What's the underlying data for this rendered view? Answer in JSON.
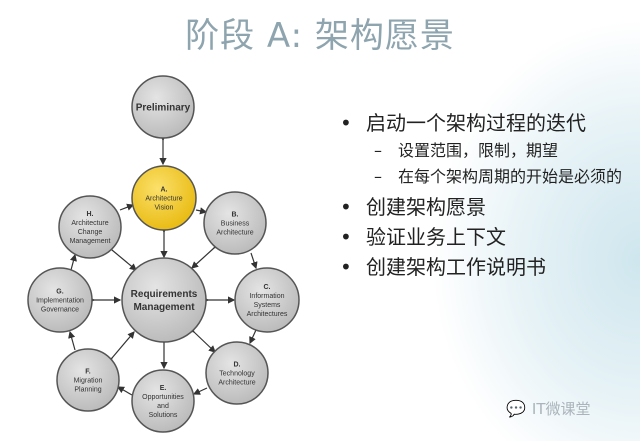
{
  "slide_title": "阶段 A: 架构愿景",
  "diagram": {
    "nodes": {
      "preliminary": [
        "Preliminary"
      ],
      "a": [
        "A.",
        "Architecture",
        "Vision"
      ],
      "b": [
        "B.",
        "Business",
        "Architecture"
      ],
      "c": [
        "C.",
        "Information",
        "Systems",
        "Architectures"
      ],
      "d": [
        "D.",
        "Technology",
        "Architecture"
      ],
      "e": [
        "E.",
        "Opportunities",
        "and",
        "Solutions"
      ],
      "f": [
        "F.",
        "Migration",
        "Planning"
      ],
      "g": [
        "G.",
        "Implementation",
        "Governance"
      ],
      "h": [
        "H.",
        "Architecture",
        "Change",
        "Management"
      ],
      "req": [
        "Requirements",
        "Management"
      ]
    },
    "highlight_color": "#f2c81e",
    "node_color": "#cfcfcf"
  },
  "bullets": [
    {
      "text": "启动一个架构过程的迭代",
      "sub": [
        "设置范围，限制，期望",
        "在每个架构周期的开始是必须的"
      ]
    },
    {
      "text": "创建架构愿景",
      "sub": []
    },
    {
      "text": "验证业务上下文",
      "sub": []
    },
    {
      "text": "创建架构工作说明书",
      "sub": []
    }
  ],
  "bullet_symbol": "•",
  "sub_symbol": "–",
  "watermark": "IT微课堂"
}
